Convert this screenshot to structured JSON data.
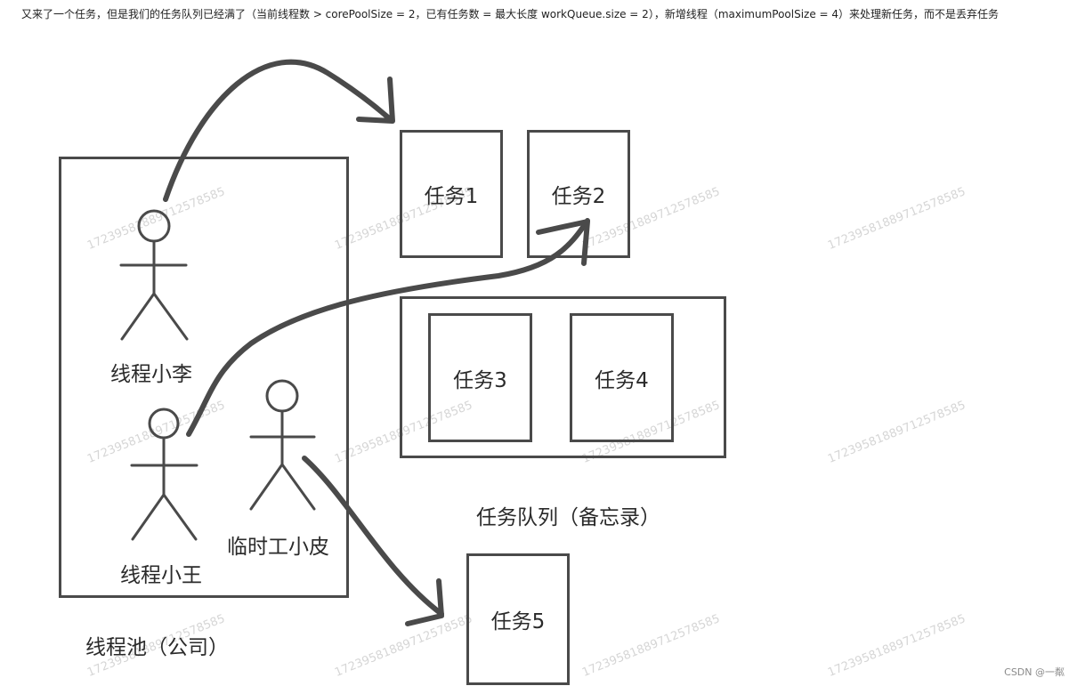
{
  "caption": "又来了一个任务，但是我们的任务队列已经满了（当前线程数 > corePoolSize = 2，已有任务数 = 最大长度 workQueue.size = 2），新增线程（maximumPoolSize = 4）来处理新任务，而不是丢弃任务",
  "watermark": "17239581889712578585",
  "pool": {
    "label": "线程池（公司）",
    "threads": [
      "线程小李",
      "线程小王",
      "临时工小皮"
    ]
  },
  "tasks": [
    "任务1",
    "任务2",
    "任务3",
    "任务4",
    "任务5"
  ],
  "queue": {
    "label": "任务队列（备忘录）"
  },
  "credit": "CSDN @一粼",
  "colors": {
    "stroke": "#4a4a4a",
    "text": "#2a2a2a",
    "watermark": "#d6d6d6"
  }
}
